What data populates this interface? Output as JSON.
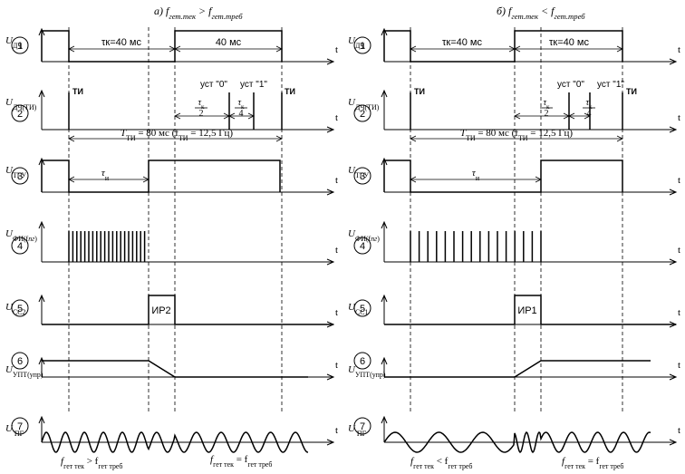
{
  "panels": {
    "left": {
      "title": "а) f",
      "title_sub1": "гет.тек",
      "title_op": " > f",
      "title_sub2": "гет.треб",
      "dur_label_1": "τк=40 мс",
      "dur_label_2": "40 мс",
      "bottom_left": "f",
      "bottom_left_sub1": "гет тек",
      "bottom_left_op": " > f",
      "bottom_left_sub2": "гет треб",
      "bottom_right": "f",
      "bottom_right_sub1": "гет тек",
      "bottom_right_op": " = f",
      "bottom_right_sub2": "гет треб",
      "pulse_label": "ИР2",
      "row5_label": "U",
      "row5_sub": "СС2"
    },
    "right": {
      "title": "б) f",
      "title_sub1": "гет.тек",
      "title_op": " < f",
      "title_sub2": "гет.треб",
      "dur_label_1": "τк=40 мс",
      "dur_label_2": "τк=40 мс",
      "bottom_left": "f",
      "bottom_left_sub1": "гет тек",
      "bottom_left_op": " < f",
      "bottom_left_sub2": "гет треб",
      "bottom_right": "f",
      "bottom_right_sub1": "гет тек",
      "bottom_right_op": " = f",
      "bottom_right_sub2": "гет треб",
      "pulse_label": "ИР1",
      "row5_label": "U",
      "row5_sub": "СС1"
    }
  },
  "rows": {
    "numbers": [
      "1",
      "2",
      "3",
      "4",
      "5",
      "6",
      "7"
    ],
    "labels": [
      {
        "main": "U",
        "sub": "ДЧ"
      },
      {
        "main": "U",
        "sub": "ДЧ(ТИ)"
      },
      {
        "main": "U",
        "sub": "ТГУ"
      },
      {
        "main": "U",
        "sub": "ФИ(f",
        "sub2": "пг",
        "tail": ")"
      },
      null,
      {
        "main": "U",
        "sub": "УПТ(упр)"
      },
      {
        "main": "U",
        "sub": " ПГ"
      }
    ],
    "axis_letter": "t"
  },
  "annotations": {
    "ti": "ТИ",
    "tau_k": "τ",
    "tau_k_sub": "к",
    "half": "2",
    "quarter": "4",
    "set0": "уст \"0\"",
    "set1": "уст \"1\"",
    "set1_right": "уст \"1\"",
    "period_main": "T",
    "period_sub": "ТИ",
    "period_rest": " = 80 мс (f",
    "period_sub2": "ТИ",
    "period_end": " = 12,5 Гц)",
    "tau_i": "τ",
    "tau_i_sub": "и"
  }
}
